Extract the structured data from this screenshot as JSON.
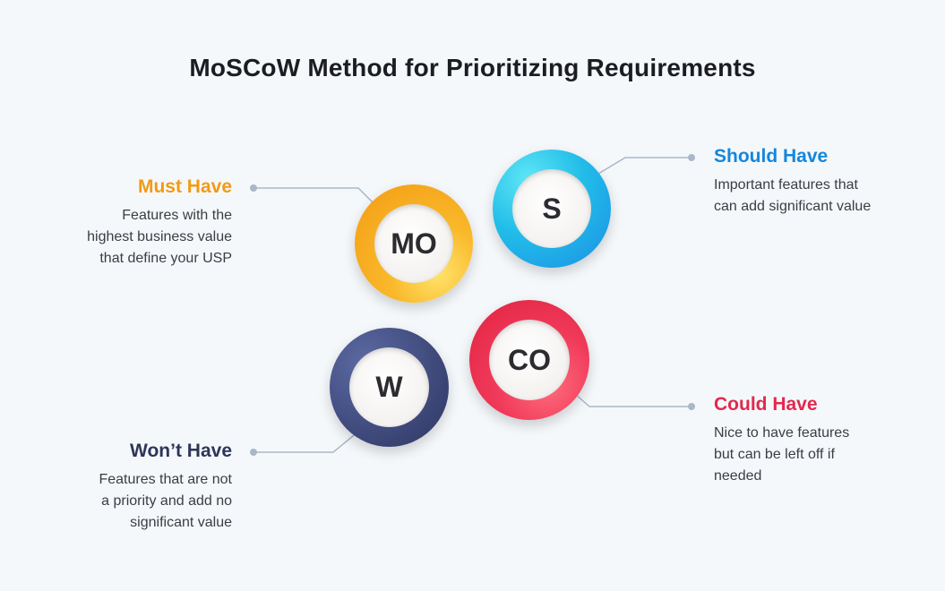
{
  "title": "MoSCoW Method for Prioritizing Requirements",
  "circles": {
    "must": {
      "label": "MO",
      "color": "#f7a21b"
    },
    "should": {
      "label": "S",
      "color": "#1aa3e8"
    },
    "could": {
      "label": "CO",
      "color": "#e8294f"
    },
    "wont": {
      "label": "W",
      "color": "#3f4a7a"
    }
  },
  "items": {
    "must": {
      "heading": "Must Have",
      "lines": [
        "Features with the",
        "highest business value",
        "that define your USP"
      ]
    },
    "should": {
      "heading": "Should Have",
      "lines": [
        "Important features that",
        "can add significant value"
      ]
    },
    "could": {
      "heading": "Could Have",
      "lines": [
        "Nice to have features",
        "but can be left off if",
        "needed"
      ]
    },
    "wont": {
      "heading": "Won’t Have",
      "lines": [
        "Features that are not",
        "a priority and add no",
        "significant value"
      ]
    }
  }
}
